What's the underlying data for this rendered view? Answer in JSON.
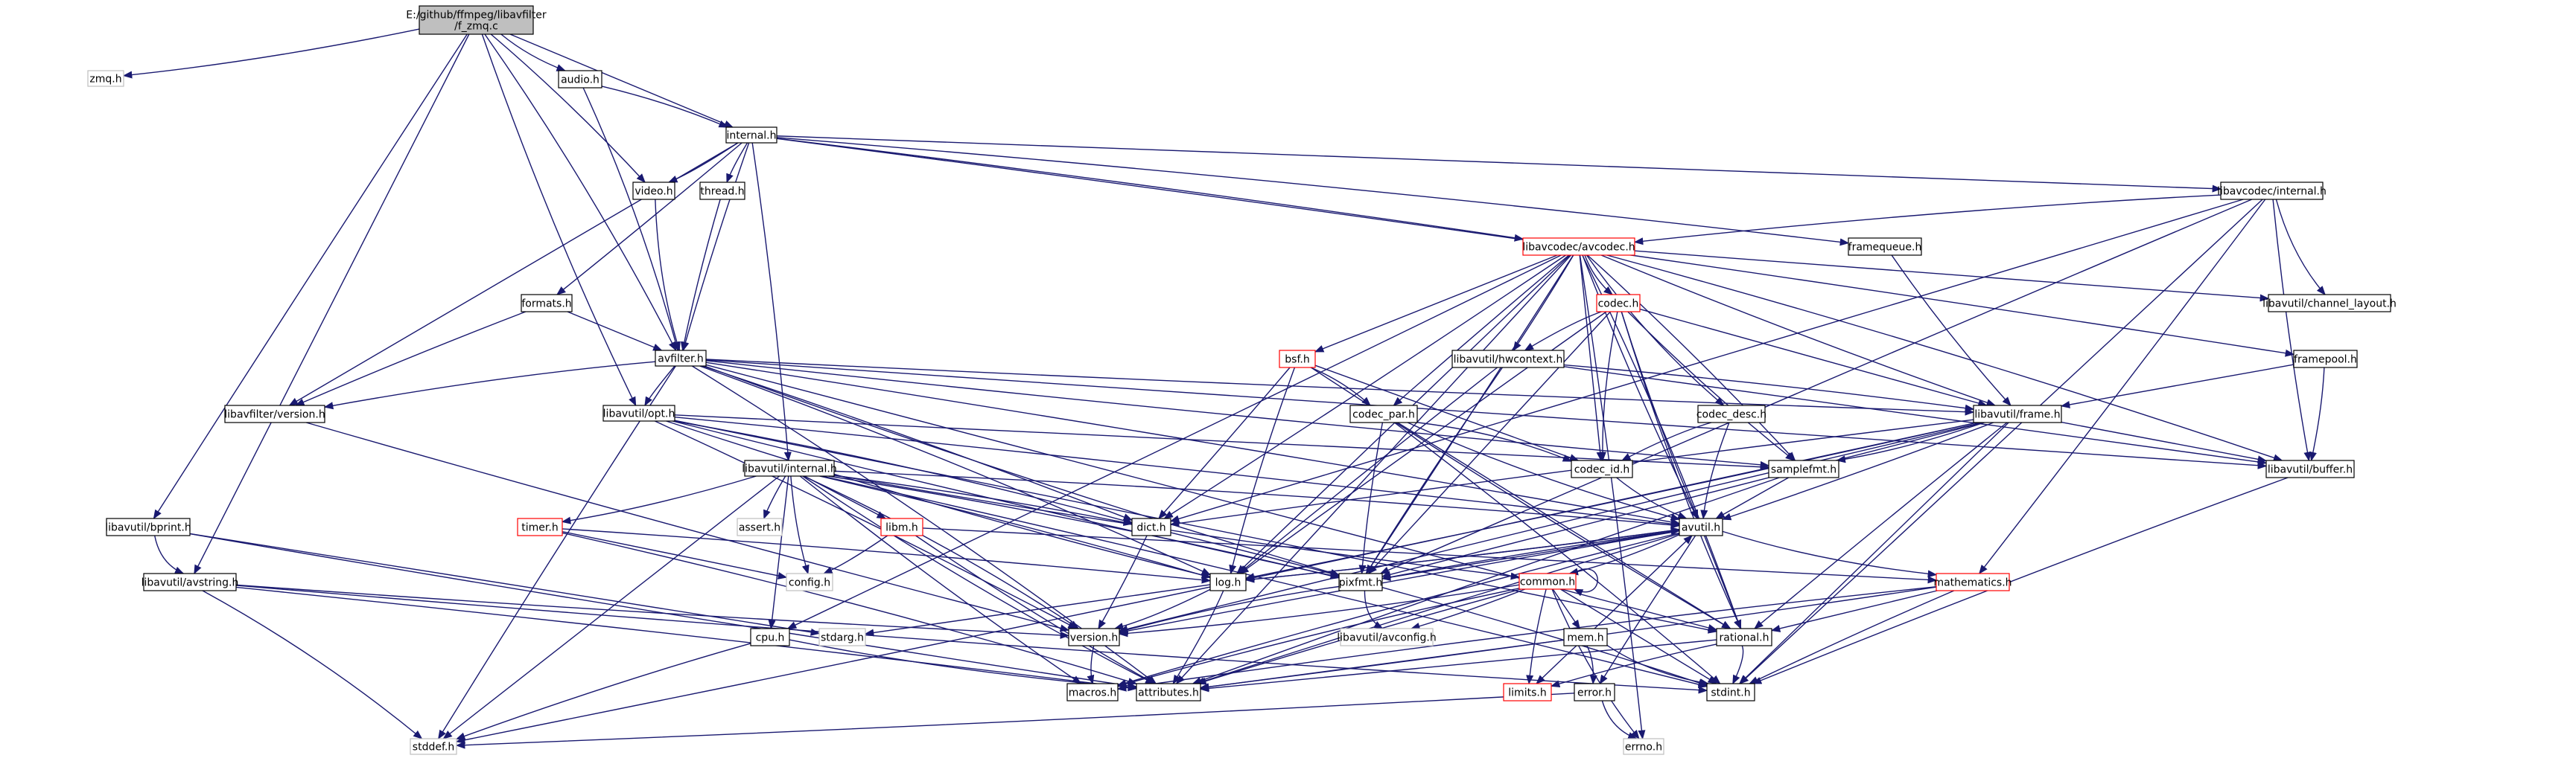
{
  "title": "E:/github/ffmpeg/libavfilter/f_zmq.c",
  "colors": {
    "edge": "#191970",
    "root_fill": "#bfbfbf",
    "normal_border": "#000000",
    "incomplete_border": "#ff0000",
    "missing_border": "#bfbfbf"
  },
  "nodes": [
    {
      "id": "root",
      "label": "E:/github/ffmpeg/libavfilter\n/f_zmq.c",
      "kind": "root"
    },
    {
      "id": "zmq",
      "label": "zmq.h",
      "kind": "missing"
    },
    {
      "id": "audio",
      "label": "audio.h",
      "kind": "normal"
    },
    {
      "id": "internal",
      "label": "internal.h",
      "kind": "normal"
    },
    {
      "id": "video",
      "label": "video.h",
      "kind": "normal"
    },
    {
      "id": "thread",
      "label": "thread.h",
      "kind": "normal"
    },
    {
      "id": "lavc_internal",
      "label": "libavcodec/internal.h",
      "kind": "normal"
    },
    {
      "id": "avcodec",
      "label": "libavcodec/avcodec.h",
      "kind": "incomplete"
    },
    {
      "id": "framequeue",
      "label": "framequeue.h",
      "kind": "normal"
    },
    {
      "id": "codec",
      "label": "codec.h",
      "kind": "incomplete"
    },
    {
      "id": "channel_layout",
      "label": "libavutil/channel_layout.h",
      "kind": "normal"
    },
    {
      "id": "formats",
      "label": "formats.h",
      "kind": "normal"
    },
    {
      "id": "bsf",
      "label": "bsf.h",
      "kind": "incomplete"
    },
    {
      "id": "hwcontext",
      "label": "libavutil/hwcontext.h",
      "kind": "normal"
    },
    {
      "id": "framepool",
      "label": "framepool.h",
      "kind": "normal"
    },
    {
      "id": "avfilter",
      "label": "avfilter.h",
      "kind": "normal"
    },
    {
      "id": "lavf_version",
      "label": "libavfilter/version.h",
      "kind": "normal"
    },
    {
      "id": "opt",
      "label": "libavutil/opt.h",
      "kind": "normal"
    },
    {
      "id": "codec_par",
      "label": "codec_par.h",
      "kind": "normal"
    },
    {
      "id": "codec_desc",
      "label": "codec_desc.h",
      "kind": "normal"
    },
    {
      "id": "frame",
      "label": "libavutil/frame.h",
      "kind": "normal"
    },
    {
      "id": "codec_id",
      "label": "codec_id.h",
      "kind": "normal"
    },
    {
      "id": "samplefmt",
      "label": "samplefmt.h",
      "kind": "normal"
    },
    {
      "id": "buffer",
      "label": "libavutil/buffer.h",
      "kind": "normal"
    },
    {
      "id": "util_internal",
      "label": "libavutil/internal.h",
      "kind": "normal"
    },
    {
      "id": "bprint",
      "label": "libavutil/bprint.h",
      "kind": "normal"
    },
    {
      "id": "timer",
      "label": "timer.h",
      "kind": "incomplete"
    },
    {
      "id": "assert",
      "label": "assert.h",
      "kind": "missing"
    },
    {
      "id": "libm",
      "label": "libm.h",
      "kind": "incomplete"
    },
    {
      "id": "dict",
      "label": "dict.h",
      "kind": "normal"
    },
    {
      "id": "avutil",
      "label": "avutil.h",
      "kind": "normal"
    },
    {
      "id": "avstring",
      "label": "libavutil/avstring.h",
      "kind": "normal"
    },
    {
      "id": "config",
      "label": "config.h",
      "kind": "missing"
    },
    {
      "id": "log",
      "label": "log.h",
      "kind": "normal"
    },
    {
      "id": "pixfmt",
      "label": "pixfmt.h",
      "kind": "normal"
    },
    {
      "id": "mathematics",
      "label": "mathematics.h",
      "kind": "incomplete"
    },
    {
      "id": "common",
      "label": "common.h",
      "kind": "incomplete"
    },
    {
      "id": "cpu",
      "label": "cpu.h",
      "kind": "normal"
    },
    {
      "id": "stdarg",
      "label": "stdarg.h",
      "kind": "missing"
    },
    {
      "id": "version",
      "label": "version.h",
      "kind": "normal"
    },
    {
      "id": "avconfig",
      "label": "libavutil/avconfig.h",
      "kind": "missing"
    },
    {
      "id": "mem",
      "label": "mem.h",
      "kind": "normal"
    },
    {
      "id": "rational",
      "label": "rational.h",
      "kind": "normal"
    },
    {
      "id": "macros",
      "label": "macros.h",
      "kind": "normal"
    },
    {
      "id": "attributes",
      "label": "attributes.h",
      "kind": "normal"
    },
    {
      "id": "limits",
      "label": "limits.h",
      "kind": "incomplete"
    },
    {
      "id": "error",
      "label": "error.h",
      "kind": "normal"
    },
    {
      "id": "stdint",
      "label": "stdint.h",
      "kind": "normal"
    },
    {
      "id": "stddef",
      "label": "stddef.h",
      "kind": "missing"
    },
    {
      "id": "errno",
      "label": "errno.h",
      "kind": "missing"
    }
  ],
  "edges": [
    [
      "root",
      "zmq"
    ],
    [
      "root",
      "audio"
    ],
    [
      "root",
      "internal"
    ],
    [
      "root",
      "video"
    ],
    [
      "root",
      "avfilter"
    ],
    [
      "root",
      "opt"
    ],
    [
      "root",
      "bprint"
    ],
    [
      "root",
      "avstring"
    ],
    [
      "audio",
      "internal"
    ],
    [
      "audio",
      "avfilter"
    ],
    [
      "internal",
      "video"
    ],
    [
      "internal",
      "thread"
    ],
    [
      "internal",
      "lavc_internal"
    ],
    [
      "internal",
      "avcodec"
    ],
    [
      "internal",
      "framequeue"
    ],
    [
      "internal",
      "formats"
    ],
    [
      "internal",
      "avfilter"
    ],
    [
      "internal",
      "lavf_version"
    ],
    [
      "internal",
      "util_internal"
    ],
    [
      "internal",
      "framepool"
    ],
    [
      "video",
      "avfilter"
    ],
    [
      "thread",
      "avfilter"
    ],
    [
      "formats",
      "avfilter"
    ],
    [
      "formats",
      "lavf_version"
    ],
    [
      "lavc_internal",
      "avcodec"
    ],
    [
      "lavc_internal",
      "channel_layout"
    ],
    [
      "lavc_internal",
      "buffer"
    ],
    [
      "lavc_internal",
      "dict"
    ],
    [
      "lavc_internal",
      "pixfmt"
    ],
    [
      "lavc_internal",
      "mathematics"
    ],
    [
      "lavc_internal",
      "stdint"
    ],
    [
      "avcodec",
      "codec"
    ],
    [
      "avcodec",
      "bsf"
    ],
    [
      "avcodec",
      "hwcontext"
    ],
    [
      "avcodec",
      "codec_par"
    ],
    [
      "avcodec",
      "codec_desc"
    ],
    [
      "avcodec",
      "frame"
    ],
    [
      "avcodec",
      "codec_id"
    ],
    [
      "avcodec",
      "samplefmt"
    ],
    [
      "avcodec",
      "buffer"
    ],
    [
      "avcodec",
      "dict"
    ],
    [
      "avcodec",
      "avutil"
    ],
    [
      "avcodec",
      "log"
    ],
    [
      "avcodec",
      "pixfmt"
    ],
    [
      "avcodec",
      "rational"
    ],
    [
      "avcodec",
      "attributes"
    ],
    [
      "avcodec",
      "cpu"
    ],
    [
      "avcodec",
      "channel_layout"
    ],
    [
      "avcodec",
      "errno"
    ],
    [
      "codec",
      "hwcontext"
    ],
    [
      "codec",
      "codec_id"
    ],
    [
      "codec",
      "avutil"
    ],
    [
      "codec",
      "frame"
    ],
    [
      "codec",
      "log"
    ],
    [
      "codec",
      "pixfmt"
    ],
    [
      "codec",
      "rational"
    ],
    [
      "codec",
      "samplefmt"
    ],
    [
      "bsf",
      "codec_id"
    ],
    [
      "bsf",
      "codec_par"
    ],
    [
      "bsf",
      "dict"
    ],
    [
      "bsf",
      "log"
    ],
    [
      "bsf",
      "rational"
    ],
    [
      "hwcontext",
      "buffer"
    ],
    [
      "hwcontext",
      "frame"
    ],
    [
      "hwcontext",
      "log"
    ],
    [
      "hwcontext",
      "pixfmt"
    ],
    [
      "framequeue",
      "frame"
    ],
    [
      "framepool",
      "frame"
    ],
    [
      "framepool",
      "buffer"
    ],
    [
      "avfilter",
      "lavf_version"
    ],
    [
      "avfilter",
      "opt"
    ],
    [
      "avfilter",
      "frame"
    ],
    [
      "avfilter",
      "buffer"
    ],
    [
      "avfilter",
      "dict"
    ],
    [
      "avfilter",
      "log"
    ],
    [
      "avfilter",
      "pixfmt"
    ],
    [
      "avfilter",
      "samplefmt"
    ],
    [
      "avfilter",
      "rational"
    ],
    [
      "avfilter",
      "avutil"
    ],
    [
      "avfilter",
      "attributes"
    ],
    [
      "avfilter",
      "stddef"
    ],
    [
      "lavf_version",
      "version"
    ],
    [
      "opt",
      "samplefmt"
    ],
    [
      "opt",
      "avutil"
    ],
    [
      "opt",
      "dict"
    ],
    [
      "opt",
      "log"
    ],
    [
      "opt",
      "pixfmt"
    ],
    [
      "opt",
      "rational"
    ],
    [
      "opt",
      "version"
    ],
    [
      "codec_par",
      "codec_id"
    ],
    [
      "codec_par",
      "avutil"
    ],
    [
      "codec_par",
      "pixfmt"
    ],
    [
      "codec_par",
      "rational"
    ],
    [
      "codec_par",
      "stdint"
    ],
    [
      "codec_desc",
      "codec_id"
    ],
    [
      "codec_desc",
      "avutil"
    ],
    [
      "frame",
      "avutil"
    ],
    [
      "frame",
      "buffer"
    ],
    [
      "frame",
      "dict"
    ],
    [
      "frame",
      "rational"
    ],
    [
      "frame",
      "samplefmt"
    ],
    [
      "frame",
      "log"
    ],
    [
      "frame",
      "pixfmt"
    ],
    [
      "frame",
      "version"
    ],
    [
      "frame",
      "stdint"
    ],
    [
      "frame",
      "stddef"
    ],
    [
      "codec_id",
      "avutil"
    ],
    [
      "samplefmt",
      "avutil"
    ],
    [
      "samplefmt",
      "attributes"
    ],
    [
      "buffer",
      "stdint"
    ],
    [
      "util_internal",
      "timer"
    ],
    [
      "util_internal",
      "assert"
    ],
    [
      "util_internal",
      "libm"
    ],
    [
      "util_internal",
      "dict"
    ],
    [
      "util_internal",
      "pixfmt"
    ],
    [
      "util_internal",
      "common"
    ],
    [
      "util_internal",
      "config"
    ],
    [
      "util_internal",
      "cpu"
    ],
    [
      "util_internal",
      "log"
    ],
    [
      "util_internal",
      "version"
    ],
    [
      "util_internal",
      "attributes"
    ],
    [
      "util_internal",
      "macros"
    ],
    [
      "util_internal",
      "stddef"
    ],
    [
      "util_internal",
      "stdint"
    ],
    [
      "util_internal",
      "avutil"
    ],
    [
      "bprint",
      "avstring"
    ],
    [
      "bprint",
      "attributes"
    ],
    [
      "bprint",
      "stdarg"
    ],
    [
      "avstring",
      "attributes"
    ],
    [
      "avstring",
      "stddef"
    ],
    [
      "avstring",
      "stdint"
    ],
    [
      "avstring",
      "version"
    ],
    [
      "timer",
      "config"
    ],
    [
      "timer",
      "log"
    ],
    [
      "timer",
      "attributes"
    ],
    [
      "libm",
      "config"
    ],
    [
      "libm",
      "attributes"
    ],
    [
      "libm",
      "mathematics"
    ],
    [
      "dict",
      "version"
    ],
    [
      "dict",
      "stdint"
    ],
    [
      "avutil",
      "common"
    ],
    [
      "avutil",
      "error"
    ],
    [
      "avutil",
      "rational"
    ],
    [
      "avutil",
      "version"
    ],
    [
      "avutil",
      "macros"
    ],
    [
      "avutil",
      "mathematics"
    ],
    [
      "avutil",
      "log"
    ],
    [
      "avutil",
      "pixfmt"
    ],
    [
      "avutil",
      "attributes"
    ],
    [
      "log",
      "attributes"
    ],
    [
      "log",
      "version"
    ],
    [
      "log",
      "avutil"
    ],
    [
      "log",
      "stdarg"
    ],
    [
      "pixfmt",
      "avutil"
    ],
    [
      "pixfmt",
      "version"
    ],
    [
      "pixfmt",
      "avconfig"
    ],
    [
      "mathematics",
      "attributes"
    ],
    [
      "mathematics",
      "rational"
    ],
    [
      "mathematics",
      "stdint"
    ],
    [
      "mathematics",
      "macros"
    ],
    [
      "common",
      "errno"
    ],
    [
      "common",
      "limits"
    ],
    [
      "common",
      "stdint"
    ],
    [
      "common",
      "attributes"
    ],
    [
      "common",
      "macros"
    ],
    [
      "common",
      "version"
    ],
    [
      "common",
      "avconfig"
    ],
    [
      "common",
      "mem"
    ],
    [
      "common",
      "common"
    ],
    [
      "cpu",
      "stddef"
    ],
    [
      "cpu",
      "attributes"
    ],
    [
      "version",
      "macros"
    ],
    [
      "mem",
      "attributes"
    ],
    [
      "mem",
      "error"
    ],
    [
      "mem",
      "limits"
    ],
    [
      "mem",
      "stdint"
    ],
    [
      "mem",
      "avutil"
    ],
    [
      "rational",
      "attributes"
    ],
    [
      "rational",
      "limits"
    ],
    [
      "rational",
      "stdint"
    ],
    [
      "error",
      "errno"
    ],
    [
      "error",
      "stddef"
    ]
  ]
}
